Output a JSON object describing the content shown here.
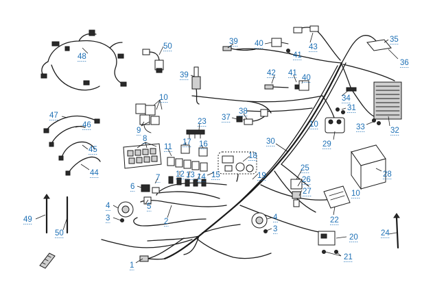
{
  "callouts": [
    {
      "id": "c1",
      "label": "1"
    },
    {
      "id": "c2",
      "label": "2"
    },
    {
      "id": "c3a",
      "label": "3"
    },
    {
      "id": "c3b",
      "label": "3"
    },
    {
      "id": "c4a",
      "label": "4"
    },
    {
      "id": "c4b",
      "label": "4"
    },
    {
      "id": "c5",
      "label": "5"
    },
    {
      "id": "c6",
      "label": "6"
    },
    {
      "id": "c7",
      "label": "7"
    },
    {
      "id": "c8",
      "label": "8"
    },
    {
      "id": "c9",
      "label": "9"
    },
    {
      "id": "c10a",
      "label": "10"
    },
    {
      "id": "c10b",
      "label": "10"
    },
    {
      "id": "c10c",
      "label": "10"
    },
    {
      "id": "c11",
      "label": "11"
    },
    {
      "id": "c12",
      "label": "12"
    },
    {
      "id": "c13",
      "label": "13"
    },
    {
      "id": "c14",
      "label": "14"
    },
    {
      "id": "c15",
      "label": "15"
    },
    {
      "id": "c16",
      "label": "16"
    },
    {
      "id": "c17",
      "label": "17"
    },
    {
      "id": "c18",
      "label": "18"
    },
    {
      "id": "c19",
      "label": "19"
    },
    {
      "id": "c20",
      "label": "20"
    },
    {
      "id": "c21",
      "label": "21"
    },
    {
      "id": "c22",
      "label": "22"
    },
    {
      "id": "c23",
      "label": "23"
    },
    {
      "id": "c24",
      "label": "24"
    },
    {
      "id": "c25",
      "label": "25"
    },
    {
      "id": "c26",
      "label": "26"
    },
    {
      "id": "c27",
      "label": "27"
    },
    {
      "id": "c28",
      "label": "28"
    },
    {
      "id": "c29",
      "label": "29"
    },
    {
      "id": "c30",
      "label": "30"
    },
    {
      "id": "c31",
      "label": "31"
    },
    {
      "id": "c32",
      "label": "32"
    },
    {
      "id": "c33",
      "label": "33"
    },
    {
      "id": "c34",
      "label": "34"
    },
    {
      "id": "c35",
      "label": "35"
    },
    {
      "id": "c36",
      "label": "36"
    },
    {
      "id": "c37",
      "label": "37"
    },
    {
      "id": "c38",
      "label": "38"
    },
    {
      "id": "c39a",
      "label": "39"
    },
    {
      "id": "c39b",
      "label": "39"
    },
    {
      "id": "c40a",
      "label": "40"
    },
    {
      "id": "c40b",
      "label": "40"
    },
    {
      "id": "c41a",
      "label": "41"
    },
    {
      "id": "c41b",
      "label": "41"
    },
    {
      "id": "c42",
      "label": "42"
    },
    {
      "id": "c43",
      "label": "43"
    },
    {
      "id": "c44",
      "label": "44"
    },
    {
      "id": "c45",
      "label": "45"
    },
    {
      "id": "c46",
      "label": "46"
    },
    {
      "id": "c47",
      "label": "47"
    },
    {
      "id": "c48",
      "label": "48"
    },
    {
      "id": "c49",
      "label": "49"
    },
    {
      "id": "c50a",
      "label": "50"
    },
    {
      "id": "c50b",
      "label": "50"
    }
  ],
  "colors": {
    "callout": "#1c6fb5",
    "line": "#1a1a1a"
  },
  "icons": {
    "corner": "ruler-icon"
  }
}
